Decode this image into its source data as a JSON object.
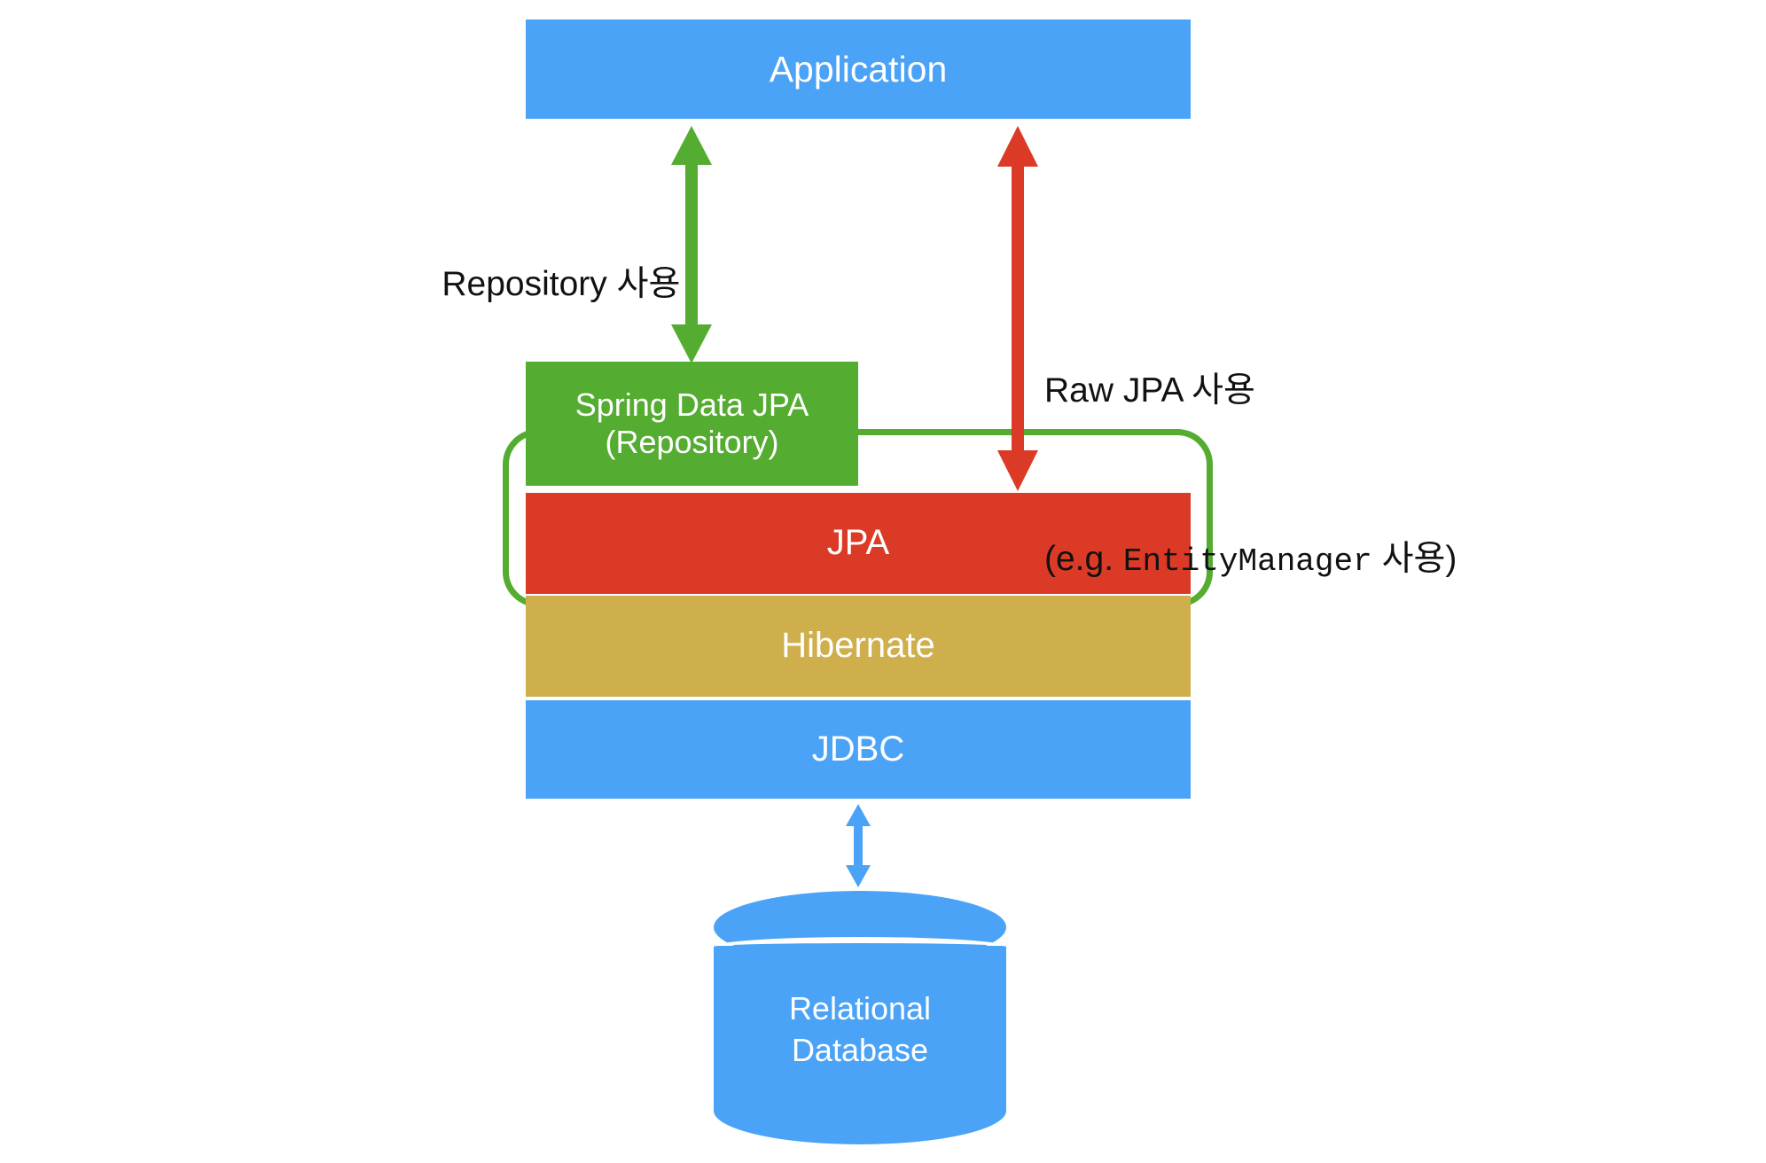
{
  "diagram": {
    "title": "Spring Data JPA persistence layer stack",
    "colors": {
      "blue": "#4aa3f7",
      "green": "#54ac31",
      "red": "#db3b26",
      "gold": "#cfae4c",
      "text_dark": "#111111",
      "text_light": "#ffffff",
      "background": "#ffffff"
    },
    "layers": [
      {
        "id": "application",
        "label": "Application",
        "color": "#4aa3f7"
      },
      {
        "id": "spring-data-jpa",
        "label_line1": "Spring Data JPA",
        "label_line2": "(Repository)",
        "color": "#54ac31"
      },
      {
        "id": "jpa",
        "label": "JPA",
        "color": "#db3b26"
      },
      {
        "id": "hibernate",
        "label": "Hibernate",
        "color": "#cfae4c"
      },
      {
        "id": "jdbc",
        "label": "JDBC",
        "color": "#4aa3f7"
      }
    ],
    "database": {
      "label_line1": "Relational",
      "label_line2": "Database",
      "color": "#4aa3f7"
    },
    "annotations": {
      "repository_path": "Repository 사용",
      "raw_jpa_path_line1": "Raw JPA 사용",
      "raw_jpa_path_line2_prefix": "(e.g. ",
      "raw_jpa_path_line2_code": "EntityManager",
      "raw_jpa_path_line2_suffix": " 사용)"
    },
    "connectors": [
      {
        "id": "app-to-spring",
        "color": "#54ac31",
        "style": "double-headed-arrow",
        "label": "Repository 사용"
      },
      {
        "id": "app-to-jpa",
        "color": "#db3b26",
        "style": "double-headed-arrow",
        "label": "Raw JPA 사용"
      },
      {
        "id": "jdbc-to-database",
        "color": "#4aa3f7",
        "style": "double-headed-arrow",
        "label": ""
      }
    ]
  }
}
